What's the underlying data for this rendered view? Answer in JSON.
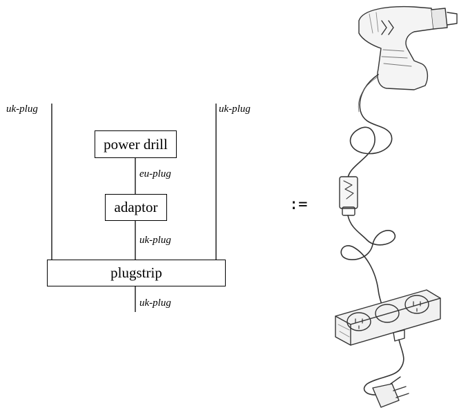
{
  "diagram": {
    "boxes": {
      "power_drill": "power drill",
      "adaptor": "adaptor",
      "plugstrip": "plugstrip"
    },
    "wire_labels": {
      "left_input": "uk-plug",
      "right_input": "uk-plug",
      "drill_to_adaptor": "eu-plug",
      "adaptor_to_plugstrip": "uk-plug",
      "plugstrip_output": "uk-plug"
    },
    "definition_symbol": ":="
  },
  "illustration": {
    "subject": "sketch of a power drill plugged through an adaptor into a plugstrip with a UK plug",
    "stroke_color": "#333333"
  }
}
